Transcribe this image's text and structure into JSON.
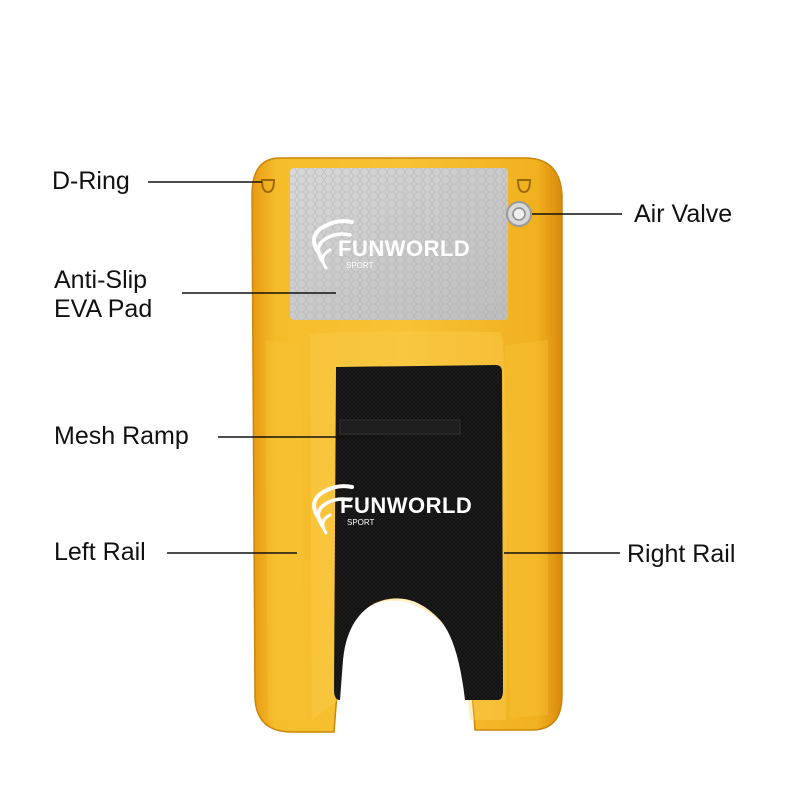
{
  "brand": {
    "name": "FUNWORLD",
    "tagline": "SPORT"
  },
  "callouts": {
    "d_ring": "D-Ring",
    "air_valve": "Air Valve",
    "anti_slip_line1": "Anti-Slip",
    "anti_slip_line2": "EVA Pad",
    "mesh_ramp": "Mesh Ramp",
    "left_rail": "Left Rail",
    "right_rail": "Right Rail"
  },
  "colors": {
    "body_yellow": "#f2b21c",
    "eva_pad": "#c9c9c9",
    "mesh_ramp": "#141414",
    "leader_line": "#111111"
  }
}
